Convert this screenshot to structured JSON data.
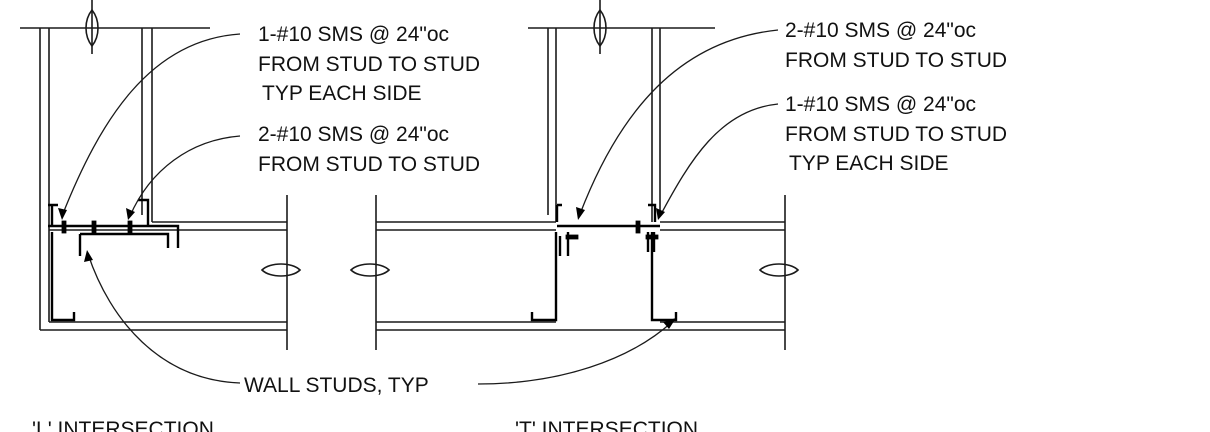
{
  "notes": {
    "l_top": [
      "1-#10 SMS @ 24\"oc",
      "FROM STUD TO STUD",
      "TYP EACH SIDE"
    ],
    "l_mid": [
      "2-#10 SMS @ 24\"oc",
      "FROM STUD TO STUD"
    ],
    "t_top": [
      "2-#10 SMS @ 24\"oc",
      "FROM STUD TO STUD"
    ],
    "t_mid": [
      "1-#10 SMS @ 24\"oc",
      "FROM STUD TO STUD",
      "TYP EACH SIDE"
    ],
    "studs": "WALL STUDS, TYP"
  },
  "titles": {
    "l": "'L' INTERSECTION",
    "t": "'T' INTERSECTION"
  }
}
